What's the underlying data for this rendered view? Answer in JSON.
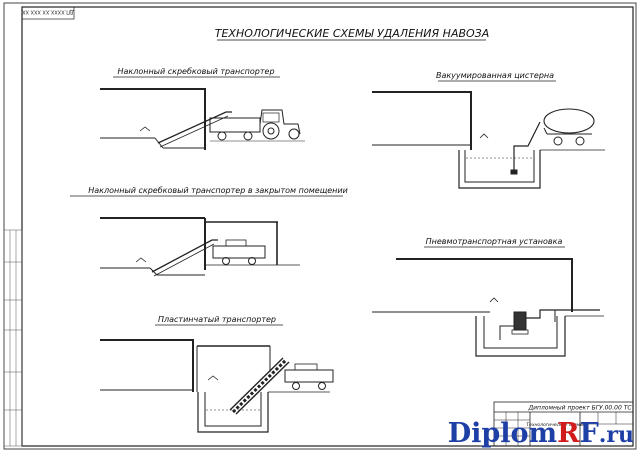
{
  "sheet": {
    "main_title": "ТЕХНОЛОГИЧЕСКИЕ СХЕМЫ УДАЛЕНИЯ НАВОЗА",
    "stamp_code": "ДП.ХХХХ.ХХ ХХХ ХХ"
  },
  "schemes": {
    "incline_conveyor": "Наклонный скребковый транспортер",
    "vacuum_tank": "Вакуумированная цистерна",
    "incline_enclosed": "Наклонный скребковый транспортер в закрытом помещении",
    "pneumatic": "Пневмотранспортная установка",
    "plate_conveyor": "Пластинчатый транспортер"
  },
  "title_block": {
    "project": "Дипломный проект БГУ.00.00 ТС",
    "sheet_name": "Технологические схемы"
  },
  "watermark": {
    "part1": "Diplom",
    "part2": "R",
    "part3": "F",
    "part4": ".ru"
  },
  "colors": {
    "line": "#222222",
    "watermark_blue": "#1e3fa6",
    "watermark_red": "#d01c1c"
  }
}
